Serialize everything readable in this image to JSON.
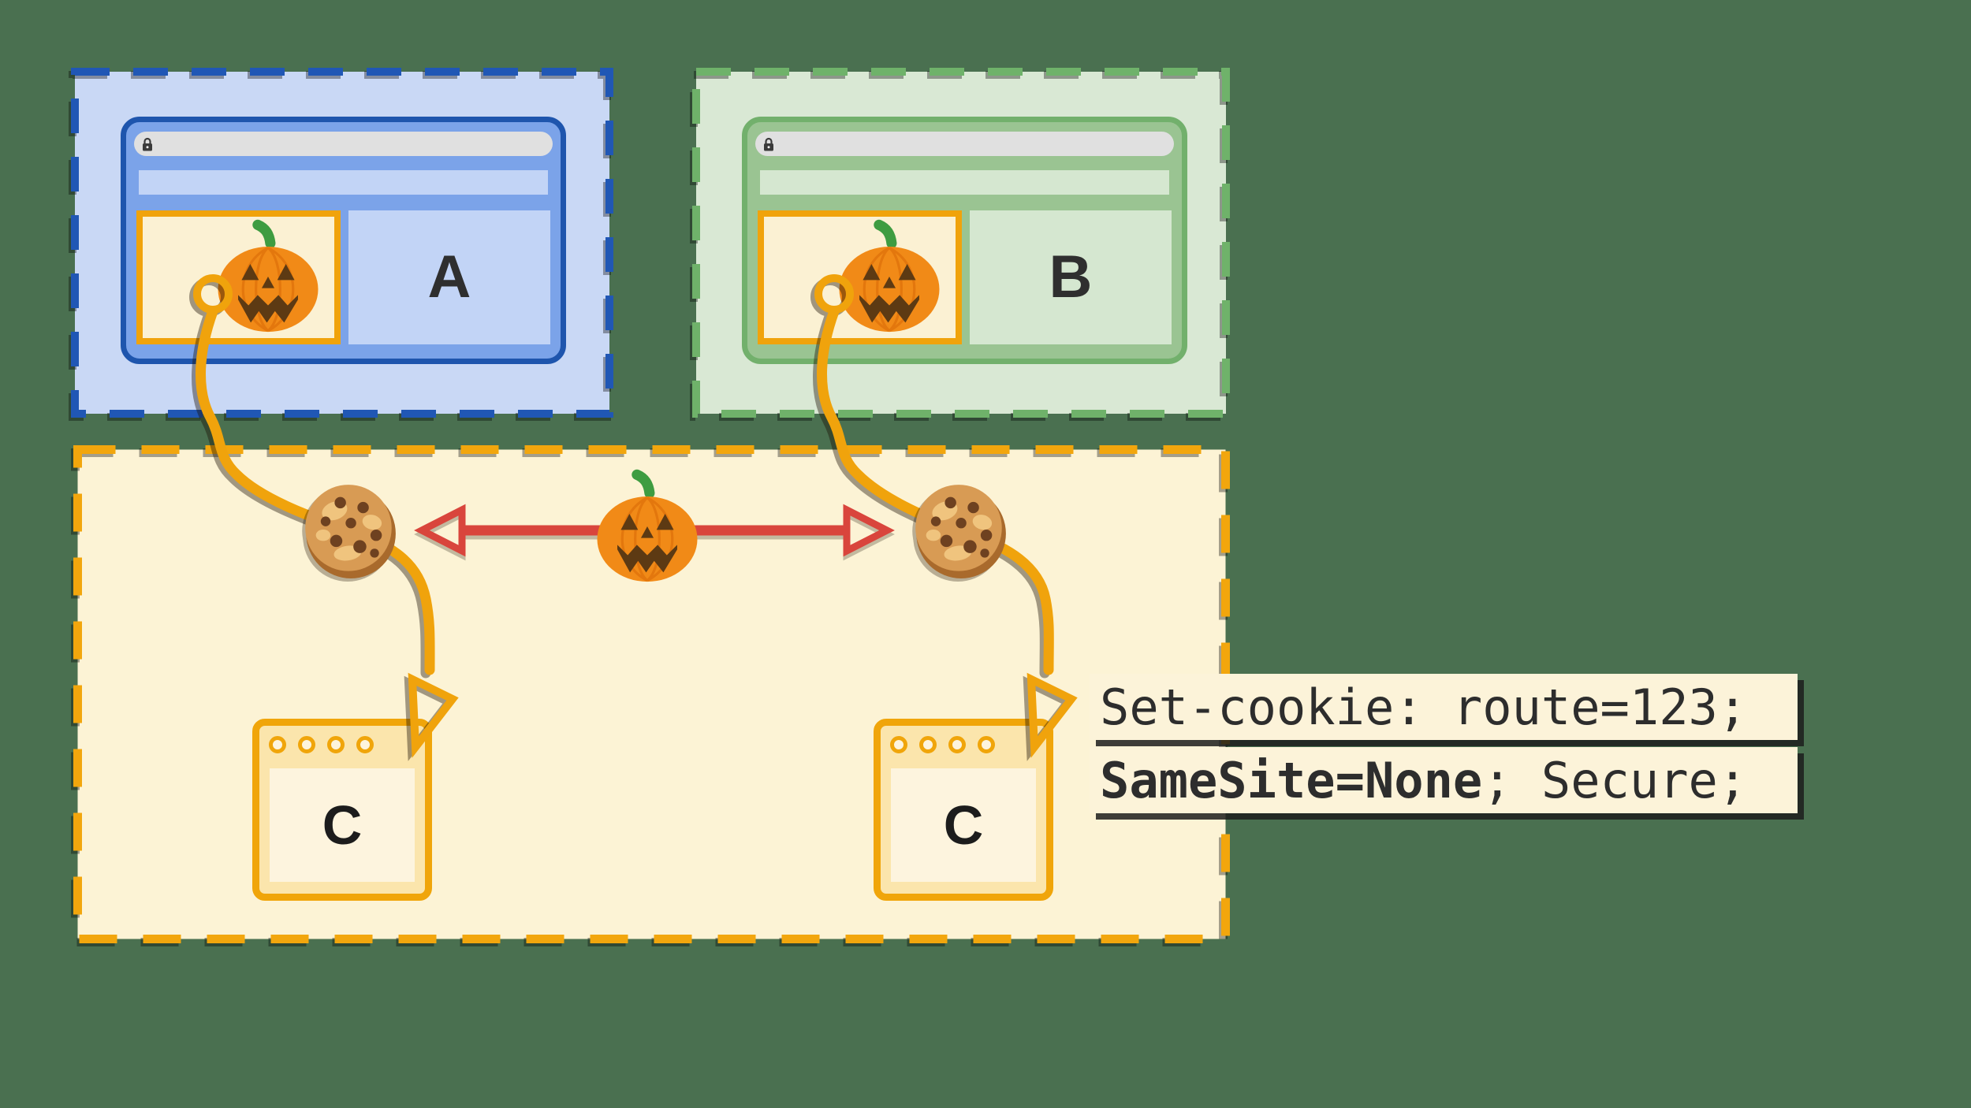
{
  "colors": {
    "bg": "#4A7050",
    "blue_dash": "#2057B5",
    "blue_box_fill": "#C9D8F5",
    "blue_frame": "#7BA3E9",
    "blue_frame_border": "#1E55AD",
    "blue_panel": "#C2D4F6",
    "green_dash": "#6FB26A",
    "green_box_fill": "#D9E8D4",
    "green_frame": "#9AC492",
    "green_frame_border": "#72B06C",
    "green_panel": "#D5E7D0",
    "orange_dash": "#F2A60D",
    "orange_box_fill": "#FCF3D5",
    "accent_orange": "#F0A30C",
    "iframe_fill": "#FBF1D3",
    "red_arrow": "#D9453C",
    "addressbar_gray": "#E0E0E0",
    "server_border": "#F0A50A",
    "server_fill": "#FBE5AC",
    "server_inner_fill": "#FDF4DE",
    "code_bg": "#FCF3D9",
    "code_text": "#2D2D2D",
    "letter_color": "#2F2F2F"
  },
  "browser_a": {
    "page_label": "A"
  },
  "browser_b": {
    "page_label": "B"
  },
  "server_left": {
    "label": "C"
  },
  "server_right": {
    "label": "C"
  },
  "cookie_header": {
    "line1": "Set-cookie: route=123;",
    "line2_bold": "SameSite=None",
    "line2_rest": "; Secure;"
  }
}
